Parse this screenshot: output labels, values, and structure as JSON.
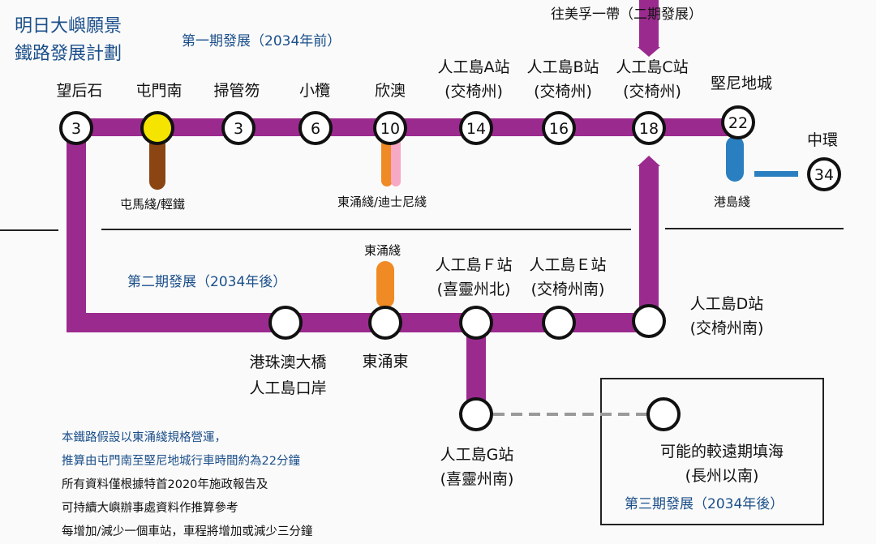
{
  "title": [
    "明日大嶼願景",
    "鐵路發展計劃"
  ],
  "phase1_label": "第一期發展（2034年前）",
  "phase2_label": "第二期發展（2034年後）",
  "phase3_label": "第三期發展（2034年後）",
  "north_branch_label": "往美孚一帶（二期發展）",
  "colors": {
    "main_line": "#9b2a8f",
    "tuen_ma": "#8b4513",
    "tung_chung": "#f08a24",
    "disney": "#f7a8c4",
    "island": "#2a7fc0",
    "current_station": "#f5e400",
    "future_link": "#9a9a9a",
    "note_text": "#1b4f8a"
  },
  "stations_top": [
    {
      "name": "望后石",
      "minutes": "3"
    },
    {
      "name": "屯門南",
      "minutes": ""
    },
    {
      "name": "掃管笏",
      "minutes": "3"
    },
    {
      "name": "小欖",
      "minutes": "6"
    },
    {
      "name": "欣澳",
      "minutes": "10"
    },
    {
      "name": "人工島A站\n(交椅州)",
      "minutes": "14"
    },
    {
      "name": "人工島B站\n(交椅州)",
      "minutes": "16"
    },
    {
      "name": "人工島C站\n(交椅州)",
      "minutes": "18"
    },
    {
      "name": "堅尼地城",
      "minutes": "22"
    },
    {
      "name": "中環",
      "minutes": "34"
    }
  ],
  "interchanges": {
    "tuen_mun_south": "屯馬綫/輕鐵",
    "sunny_bay": "東涌綫/迪士尼綫",
    "kennedy_town": "港島綫",
    "tung_chung_east": "東涌綫"
  },
  "stations_bottom": [
    {
      "name": "港珠澳大橋\n人工島口岸"
    },
    {
      "name": "東涌東"
    },
    {
      "name": "人工島Ｆ站\n(喜靈州北)"
    },
    {
      "name": "人工島Ｅ站\n(交椅州南)"
    },
    {
      "name": "人工島D站\n(交椅州南)"
    },
    {
      "name": "人工島G站\n(喜靈州南)"
    },
    {
      "name": "可能的較遠期填海\n(長州以南)"
    }
  ],
  "notes_blue": [
    "本鐵路假設以東涌綫規格營運，",
    "推算由屯門南至堅尼地城行車時間約為22分鐘"
  ],
  "notes_black": [
    "所有資料僅根據特首2020年施政報告及",
    "可持續大嶼辦事處資料作推算參考",
    "每增加/減少一個車站，車程將增加或減少三分鐘"
  ]
}
